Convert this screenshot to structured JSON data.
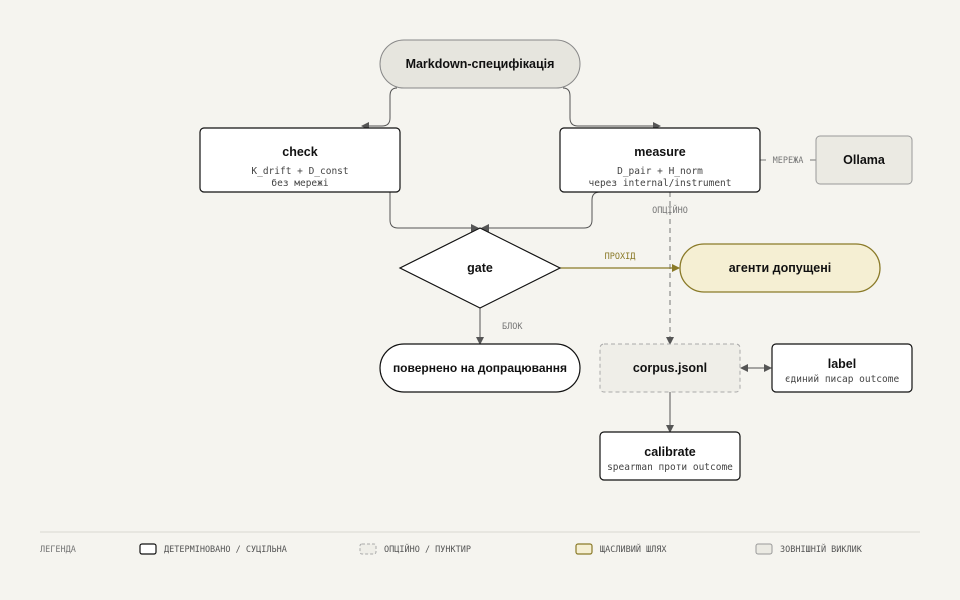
{
  "nodes": {
    "spec": {
      "title": "Markdown-специфікація"
    },
    "check": {
      "title": "check",
      "sub1": "K_drift + D_const",
      "sub2": "без мережі"
    },
    "measure": {
      "title": "measure",
      "sub1": "D_pair + H_norm",
      "sub2": "через internal/instrument"
    },
    "ollama": {
      "title": "Ollama"
    },
    "gate": {
      "title": "gate"
    },
    "agents": {
      "title": "агенти допущені"
    },
    "returned": {
      "title": "повернено на допрацювання"
    },
    "corpus": {
      "title": "corpus.jsonl"
    },
    "label": {
      "title": "label",
      "sub1": "єдиний писар outcome"
    },
    "calibrate": {
      "title": "calibrate",
      "sub1": "spearman проти outcome"
    }
  },
  "edges": {
    "network": "МЕРЕЖА",
    "optional": "ОПЦІЙНО",
    "pass": "ПРОХІД",
    "block": "БЛОК"
  },
  "legend": {
    "title": "ЛЕГЕНДА",
    "items": [
      {
        "label": "ДЕТЕРМІНОВАНО / СУЦІЛЬНА"
      },
      {
        "label": "ОПЦІЙНО / ПУНКТИР"
      },
      {
        "label": "ЩАСЛИВИЙ ШЛЯХ"
      },
      {
        "label": "ЗОВНІШНІЙ ВИКЛИК"
      }
    ]
  },
  "colors": {
    "background": "#f5f4ef",
    "stroke": "#111111",
    "happy_fill": "#f5efd3",
    "happy_stroke": "#8a7a28",
    "external_fill": "#ebeae3",
    "connector": "#555555"
  }
}
